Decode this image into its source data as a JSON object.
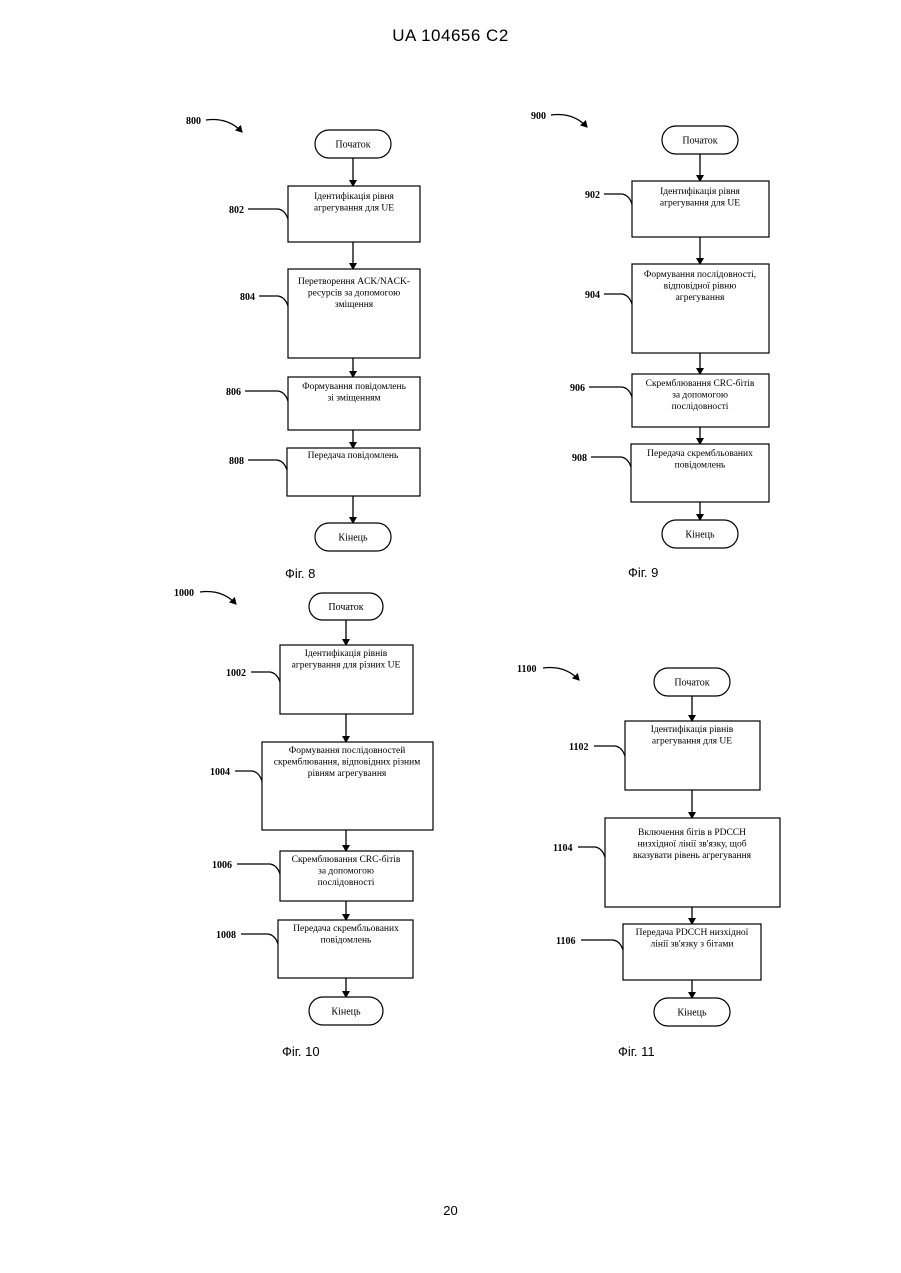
{
  "header": {
    "text": "UA   104656   C2"
  },
  "page_number": "20",
  "figures": [
    {
      "ref": "800",
      "caption": "Фіг. 8",
      "start": "Початок",
      "end": "Кінець",
      "steps": [
        {
          "ref": "802",
          "lines": [
            "Ідентифікація рівня",
            "агрегування для UE"
          ]
        },
        {
          "ref": "804",
          "lines": [
            "Перетворення ACK/NACK-",
            "ресурсів за допомогою",
            "зміщення"
          ]
        },
        {
          "ref": "806",
          "lines": [
            "Формування повідомлень",
            "зі зміщенням"
          ]
        },
        {
          "ref": "808",
          "lines": [
            "Передача повідомлень"
          ]
        }
      ]
    },
    {
      "ref": "900",
      "caption": "Фіг. 9",
      "start": "Початок",
      "end": "Кінець",
      "steps": [
        {
          "ref": "902",
          "lines": [
            "Ідентифікація рівня",
            "агрегування для UE"
          ]
        },
        {
          "ref": "904",
          "lines": [
            "Формування послідовності,",
            "відповідної рівню",
            "агрегування"
          ]
        },
        {
          "ref": "906",
          "lines": [
            "Скремблювання CRC-бітів",
            "за допомогою",
            "послідовності"
          ]
        },
        {
          "ref": "908",
          "lines": [
            "Передача скрембльованих",
            "повідомлень"
          ]
        }
      ]
    },
    {
      "ref": "1000",
      "caption": "Фіг. 10",
      "start": "Початок",
      "end": "Кінець",
      "steps": [
        {
          "ref": "1002",
          "lines": [
            "Ідентифікація рівнів",
            "агрегування для різних UE"
          ]
        },
        {
          "ref": "1004",
          "lines": [
            "Формування послідовностей",
            "скремблювання, відповідних різним",
            "рівням агрегування"
          ]
        },
        {
          "ref": "1006",
          "lines": [
            "Скремблювання CRC-бітів",
            "за допомогою",
            "послідовності"
          ]
        },
        {
          "ref": "1008",
          "lines": [
            "Передача скрембльованих",
            "повідомлень"
          ]
        }
      ]
    },
    {
      "ref": "1100",
      "caption": "Фіг. 11",
      "start": "Початок",
      "end": "Кінець",
      "steps": [
        {
          "ref": "1102",
          "lines": [
            "Ідентифікація рівнів",
            "агрегування для UE"
          ]
        },
        {
          "ref": "1104",
          "lines": [
            "Включення бітів в PDCCH",
            "низхідної лінії зв'язку, щоб",
            "вказувати рівень агрегування"
          ]
        },
        {
          "ref": "1106",
          "lines": [
            "Передача PDCCH низхідної",
            "лінії зв'язку з бітами"
          ]
        }
      ]
    }
  ]
}
